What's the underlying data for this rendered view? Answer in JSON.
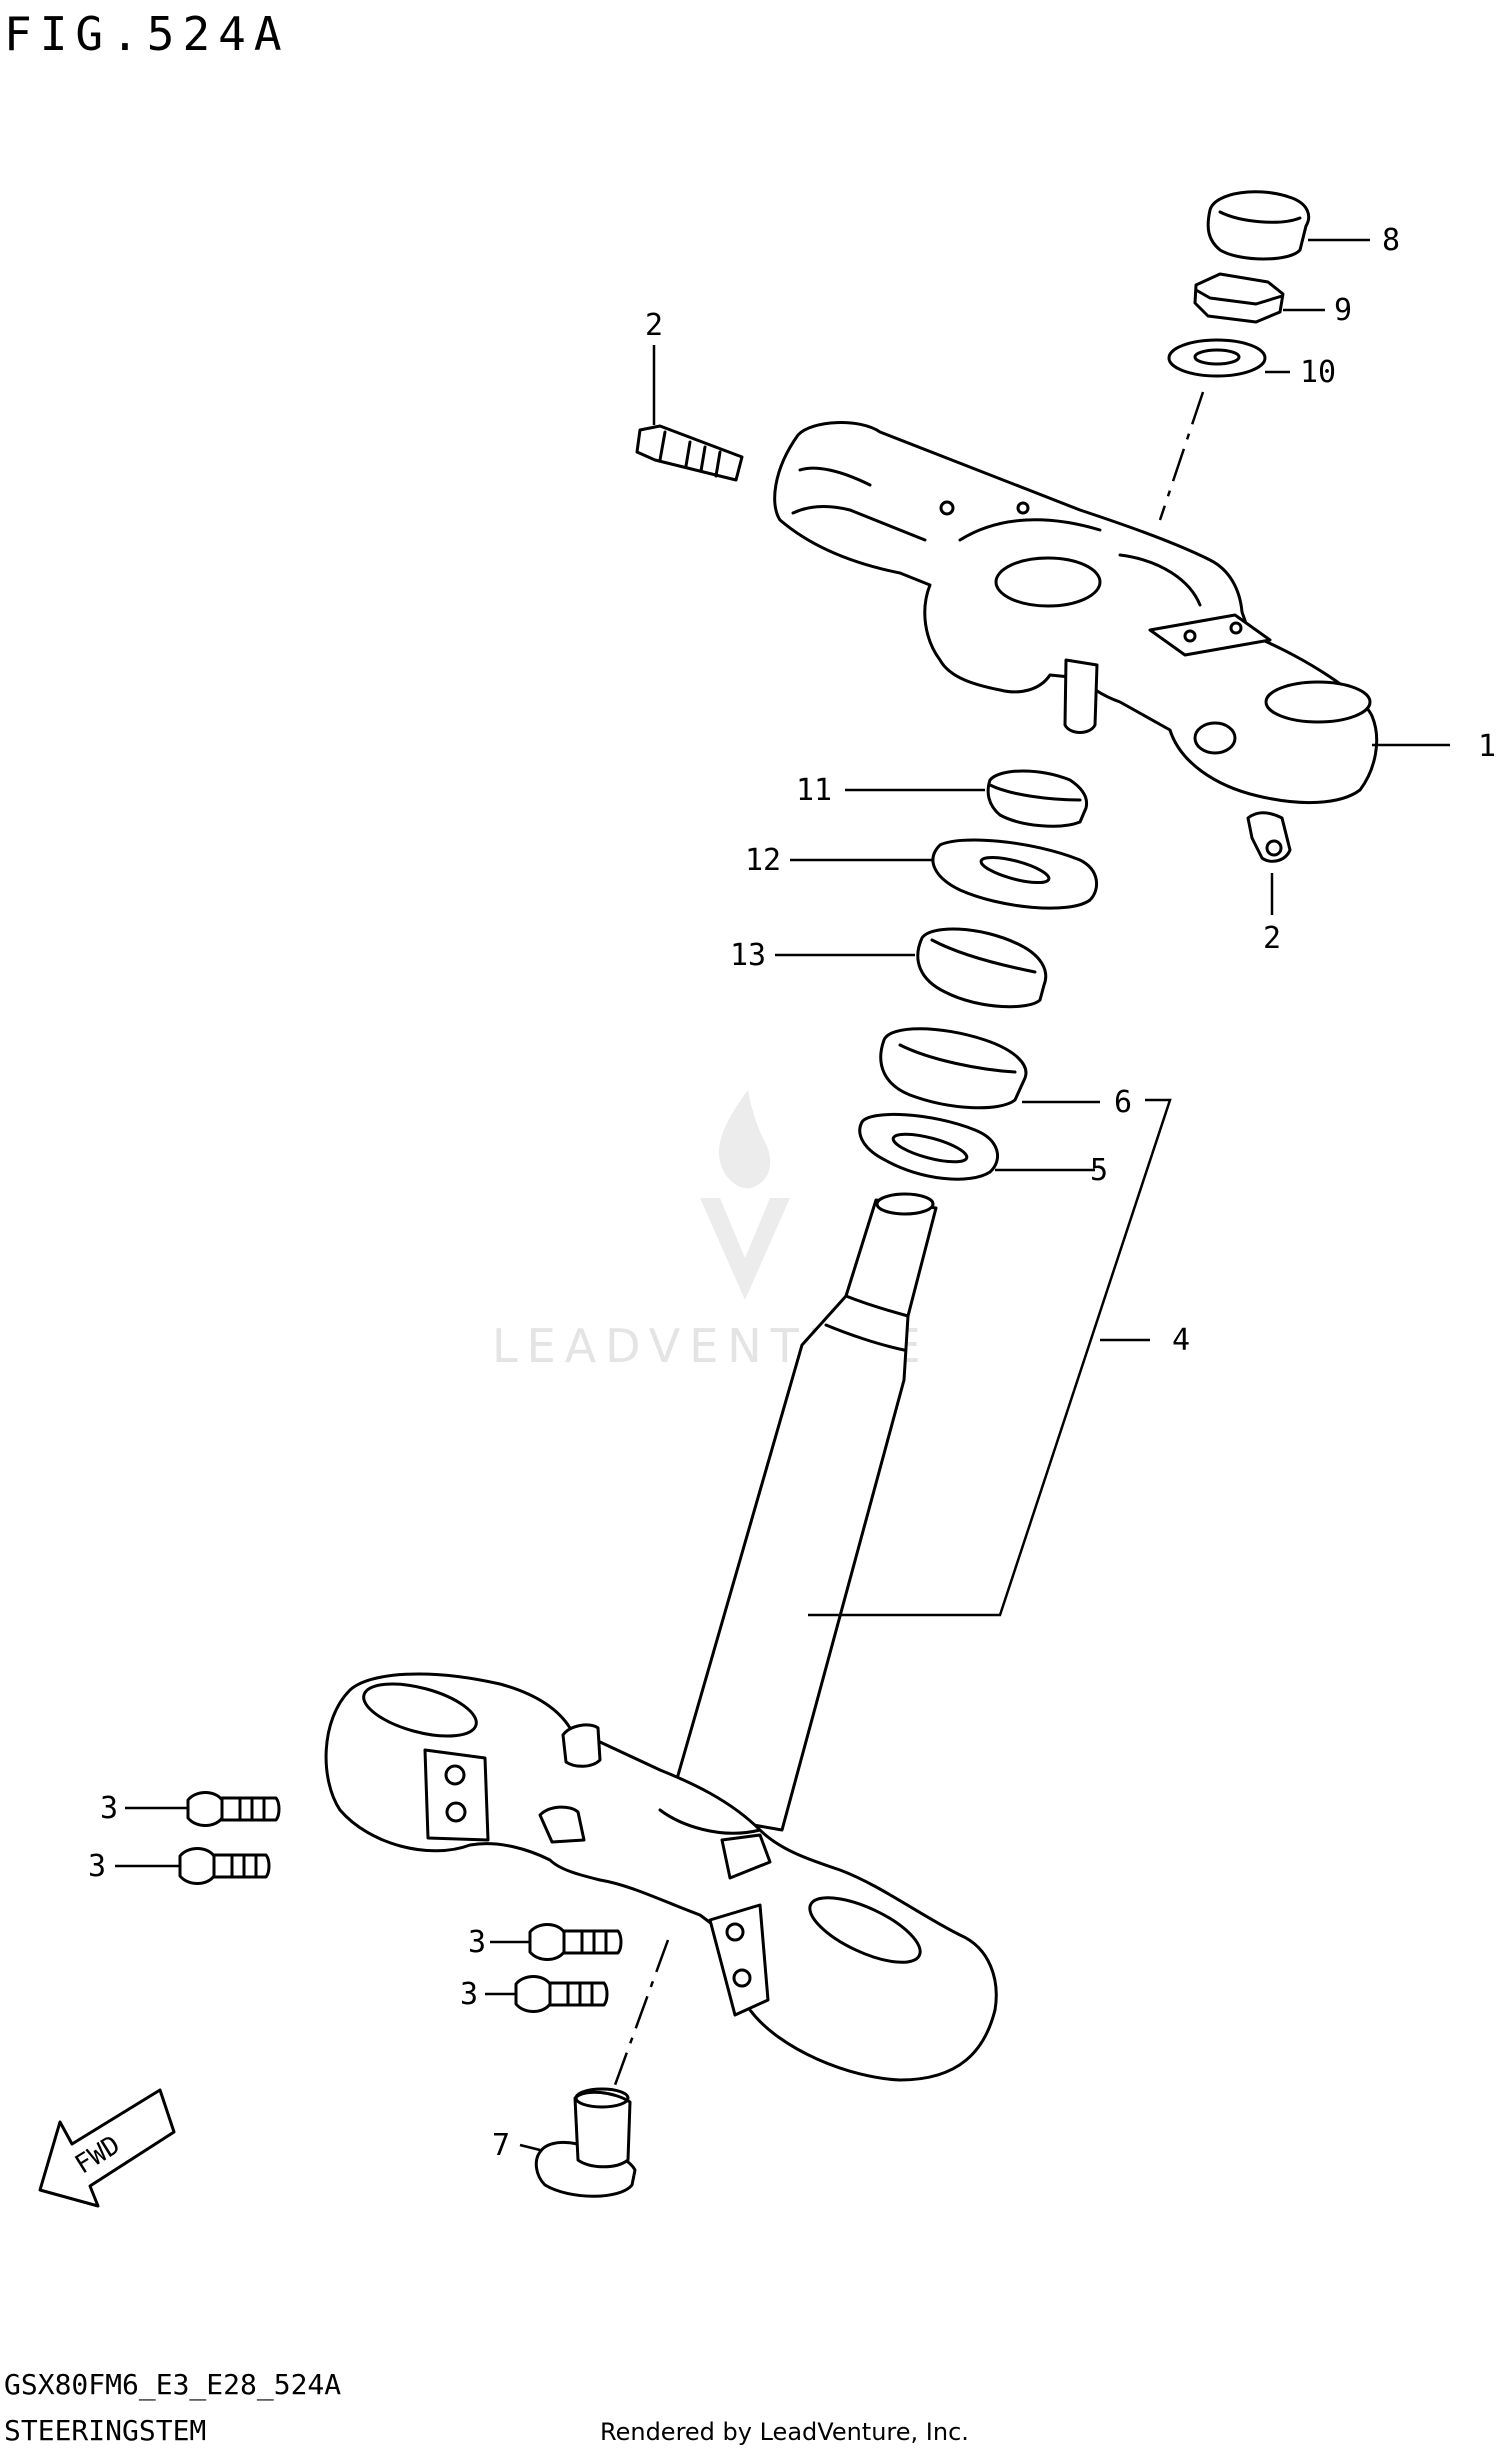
{
  "figure_title": "FIG.524A",
  "callouts": {
    "c1": "1",
    "c2a": "2",
    "c2b": "2",
    "c3a": "3",
    "c3b": "3",
    "c3c": "3",
    "c3d": "3",
    "c4": "4",
    "c5": "5",
    "c6": "6",
    "c7": "7",
    "c8": "8",
    "c9": "9",
    "c10": "10",
    "c11": "11",
    "c12": "12",
    "c13": "13"
  },
  "fwd_label": "FWD",
  "watermark": "LEADVENTURE",
  "footer": {
    "model_code": "GSX80FM6_E3_E28_524A",
    "section_name": "STEERINGSTEM",
    "credit": "Rendered by LeadVenture, Inc."
  }
}
